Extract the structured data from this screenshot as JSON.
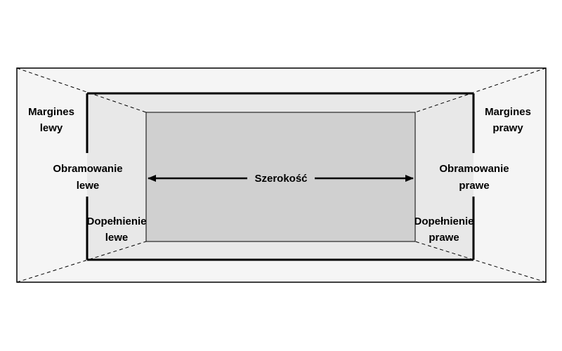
{
  "colors": {
    "outer_area": "#f5f5f5",
    "border_area": "#e8e8e8",
    "content_area": "#d0d0d0",
    "lines": "#000000"
  },
  "labels": {
    "width": "Szerokość",
    "margin_left": [
      "Margines",
      "lewy"
    ],
    "margin_right": [
      "Margines",
      "prawy"
    ],
    "border_left": [
      "Obramowanie",
      "lewe"
    ],
    "border_right": [
      "Obramowanie",
      "prawe"
    ],
    "padding_left": [
      "Dopełnienie",
      "lewe"
    ],
    "padding_right": [
      "Dopełnienie",
      "prawe"
    ]
  }
}
